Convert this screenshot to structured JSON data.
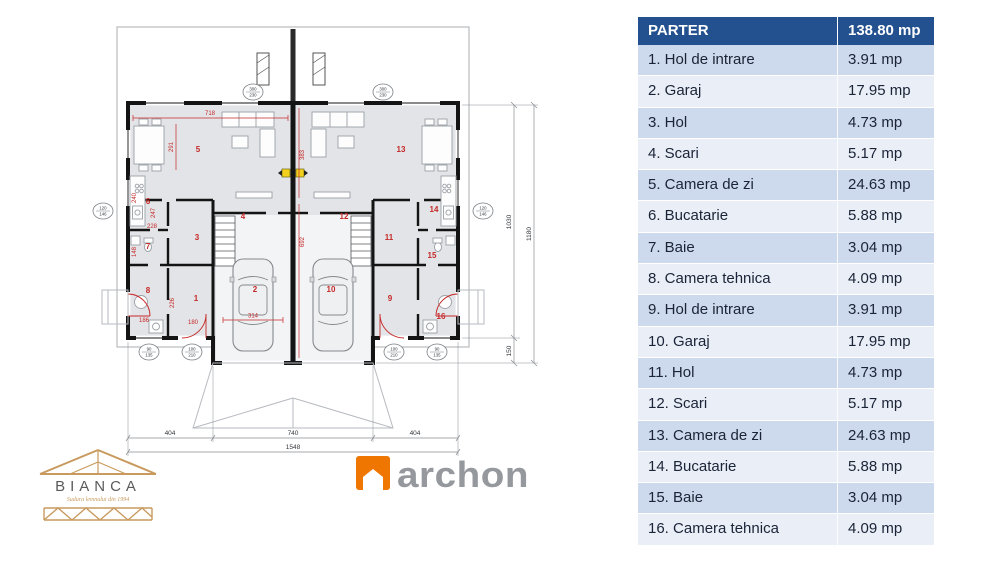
{
  "colors": {
    "header-bg": "#23508e",
    "row-odd": "#cdd9ec",
    "row-even": "#e9eef7",
    "accent-red": "#c62828",
    "archon-orange": "#ee7601",
    "logo-tan": "#c89a5e"
  },
  "table": {
    "header": {
      "title": "PARTER",
      "total": "138.80 mp"
    },
    "rows": [
      {
        "label": "1. Hol de intrare",
        "value": "3.91 mp"
      },
      {
        "label": "2. Garaj",
        "value": "17.95 mp"
      },
      {
        "label": "3. Hol",
        "value": "4.73 mp"
      },
      {
        "label": "4. Scari",
        "value": "5.17 mp"
      },
      {
        "label": "5. Camera de zi",
        "value": "24.63 mp"
      },
      {
        "label": "6. Bucatarie",
        "value": "5.88 mp"
      },
      {
        "label": "7. Baie",
        "value": "3.04 mp"
      },
      {
        "label": "8. Camera tehnica",
        "value": "4.09 mp"
      },
      {
        "label": "9. Hol de intrare",
        "value": "3.91 mp"
      },
      {
        "label": "10. Garaj",
        "value": "17.95 mp"
      },
      {
        "label": "11. Hol",
        "value": "4.73 mp"
      },
      {
        "label": "12. Scari",
        "value": "5.17 mp"
      },
      {
        "label": "13. Camera de zi",
        "value": "24.63 mp"
      },
      {
        "label": "14. Bucatarie",
        "value": "5.88 mp"
      },
      {
        "label": "15. Baie",
        "value": "3.04 mp"
      },
      {
        "label": "16. Camera tehnica",
        "value": "4.09 mp"
      }
    ]
  },
  "plan": {
    "room_numbers": {
      "n1": "1",
      "n2": "2",
      "n3": "3",
      "n4": "4",
      "n5": "5",
      "n6": "6",
      "n7": "7",
      "n8": "8",
      "n9": "9",
      "n10": "10",
      "n11": "11",
      "n12": "12",
      "n13": "13",
      "n14": "14",
      "n15": "15",
      "n16": "16"
    },
    "red_dims": {
      "w718": "718",
      "h291": "291",
      "h240": "240",
      "h247": "247",
      "w228": "228",
      "h148": "148",
      "w186": "186",
      "h226": "226",
      "w180": "180",
      "w314": "314",
      "h383": "383",
      "h692": "692"
    },
    "outer_dims": {
      "right_inner": "1030",
      "right_step": "150",
      "right_outer": "1180",
      "bottom_left": "404",
      "bottom_center": "740",
      "bottom_right": "404",
      "bottom_total": "1548"
    },
    "window_marks": {
      "top_a": "300",
      "top_b": "230",
      "side_a": "120",
      "side_b": "146",
      "door_a": "100",
      "door_b": "210",
      "win_a": "90",
      "win_b": "135"
    },
    "logos": {
      "bianca": "BIANCA",
      "bianca_tagline": "Sudura lemnului din 1994",
      "archon": "archon"
    }
  }
}
